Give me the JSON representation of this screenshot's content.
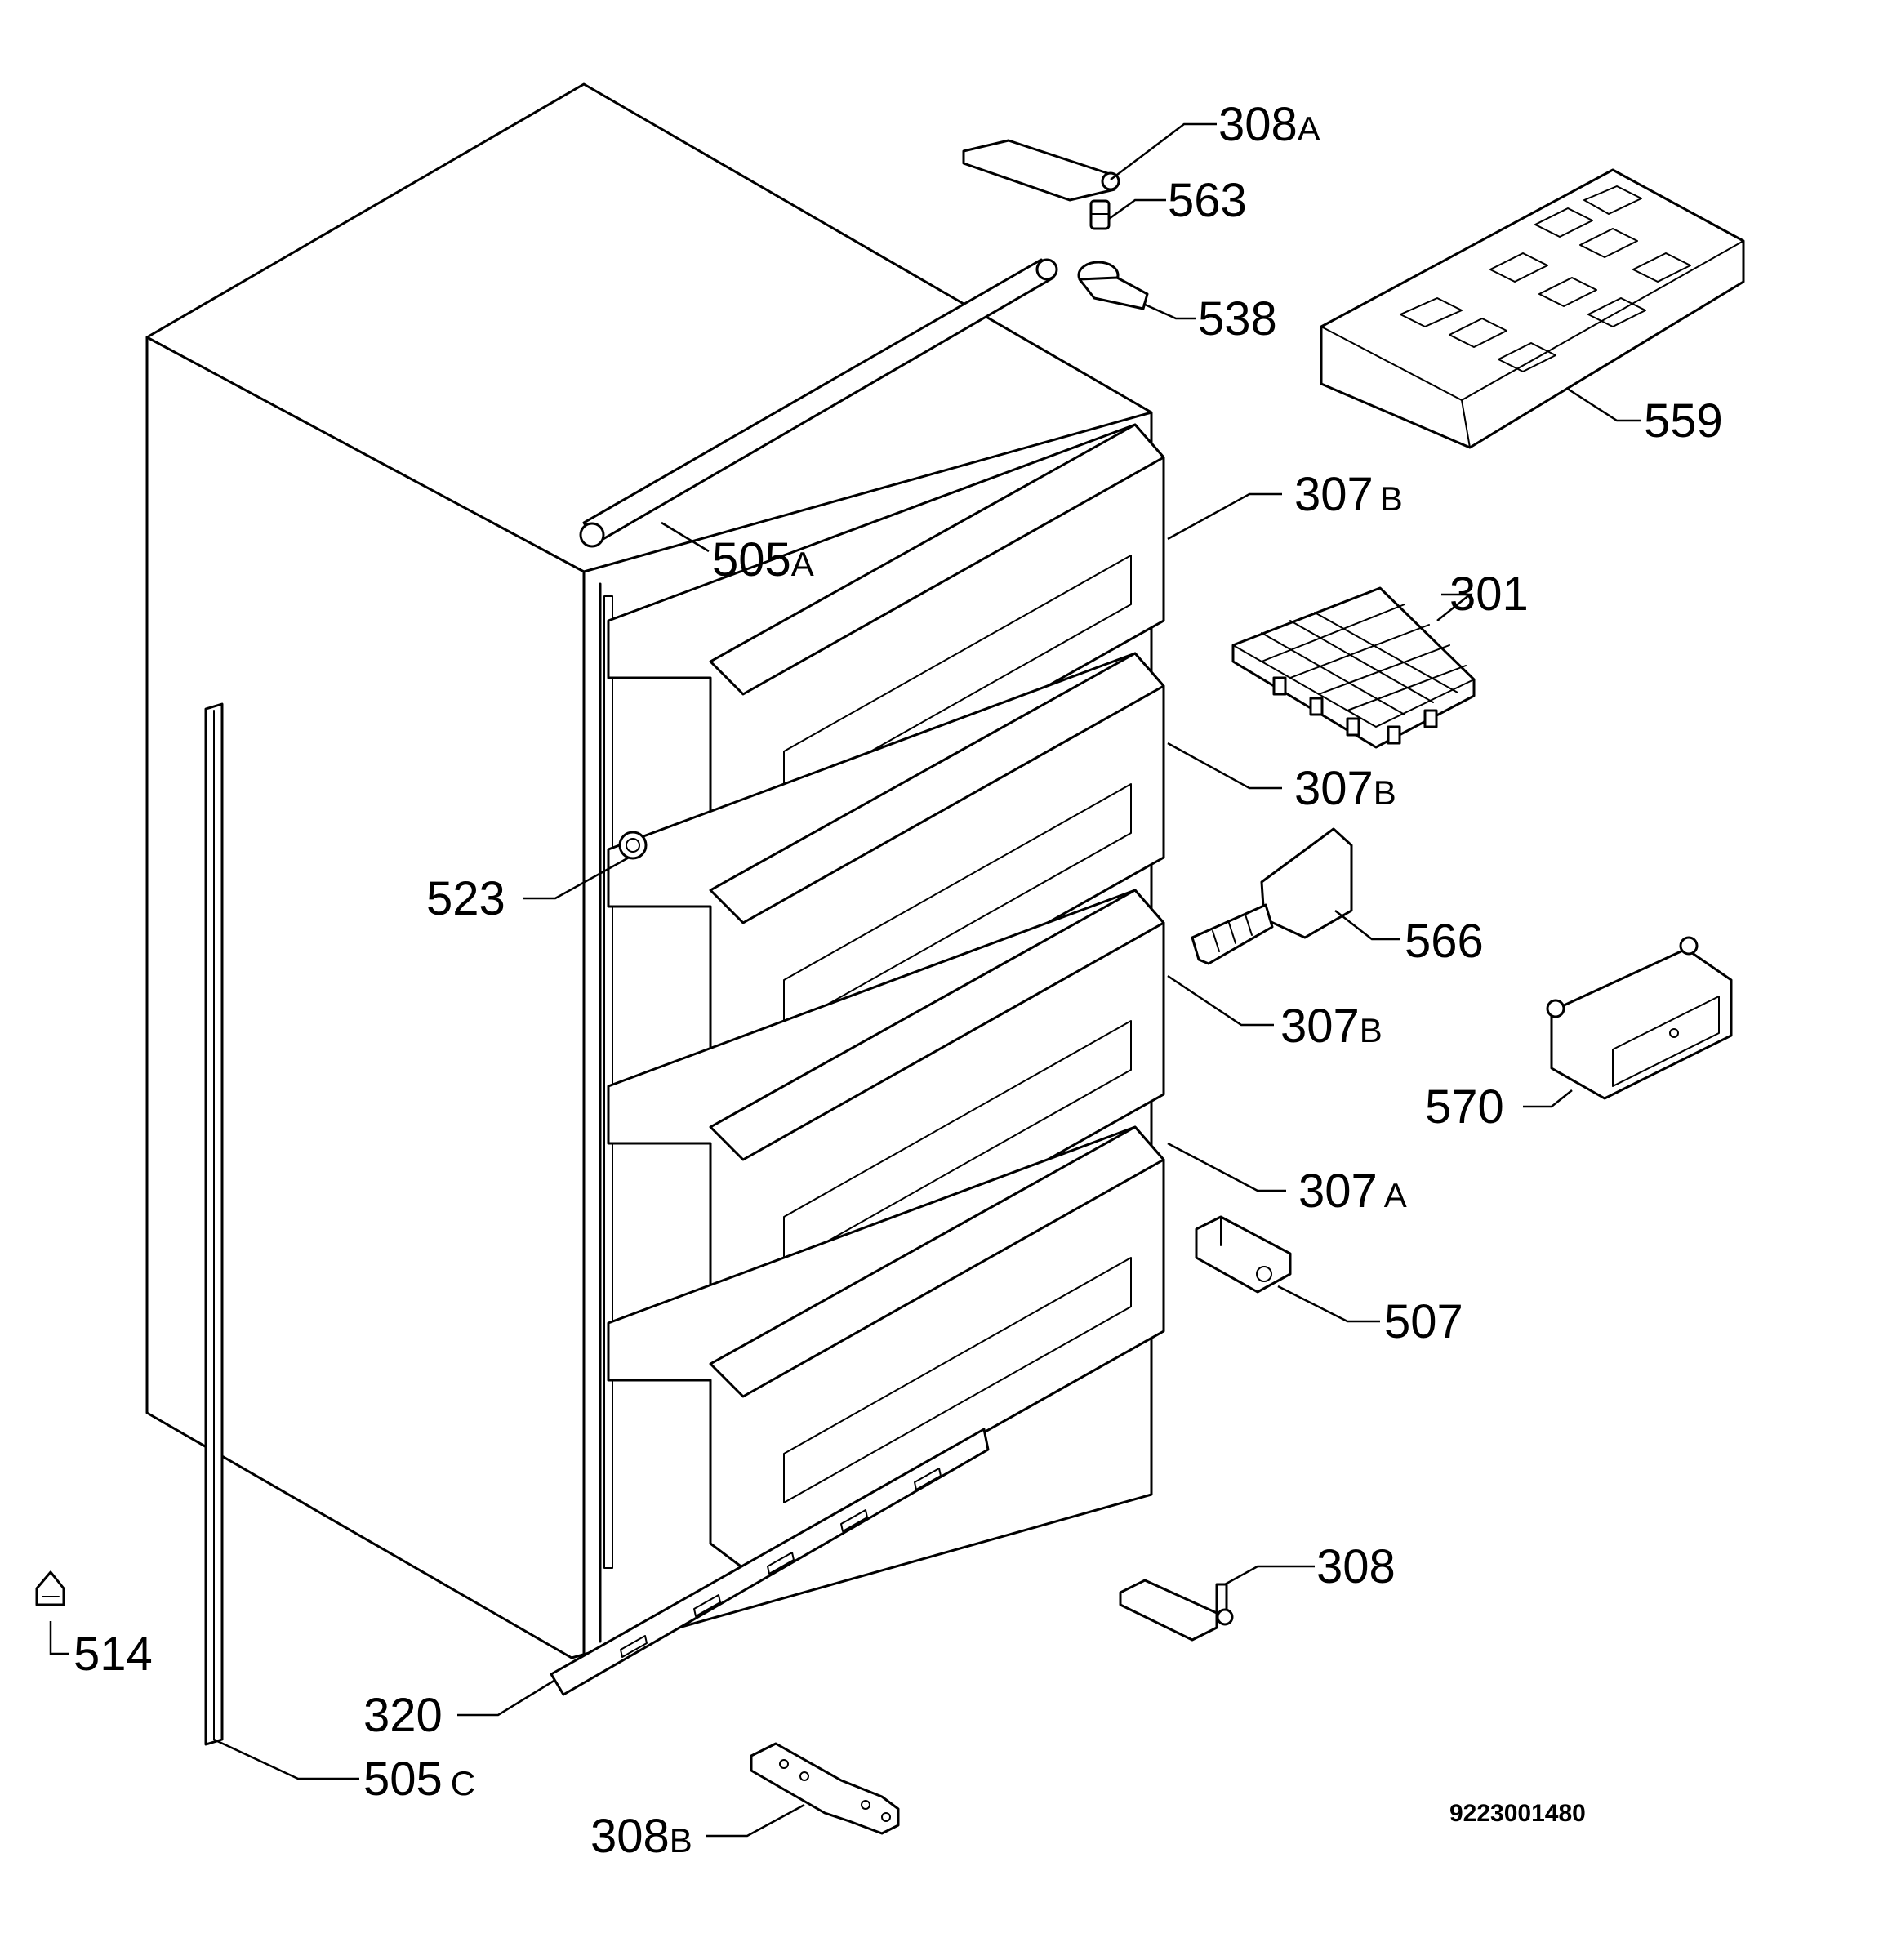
{
  "labels": {
    "p308A": {
      "num": "308",
      "suf": "A"
    },
    "p563": {
      "num": "563"
    },
    "p538": {
      "num": "538"
    },
    "p559": {
      "num": "559"
    },
    "p307B_1": {
      "num": "307",
      "suf": "B"
    },
    "p505A": {
      "num": "505",
      "suf": "A"
    },
    "p301": {
      "num": "301"
    },
    "p307B_2": {
      "num": "307",
      "suf": "B"
    },
    "p523": {
      "num": "523"
    },
    "p566": {
      "num": "566"
    },
    "p307B_3": {
      "num": "307",
      "suf": "B"
    },
    "p570": {
      "num": "570"
    },
    "p307A": {
      "num": "307",
      "suf": "A"
    },
    "p507": {
      "num": "507"
    },
    "p308": {
      "num": "308"
    },
    "p514": {
      "num": "514"
    },
    "p320": {
      "num": "320"
    },
    "p505C": {
      "num": "505",
      "suf": "C"
    },
    "p308B": {
      "num": "308",
      "suf": "B"
    }
  },
  "doc_number": "9223001480"
}
